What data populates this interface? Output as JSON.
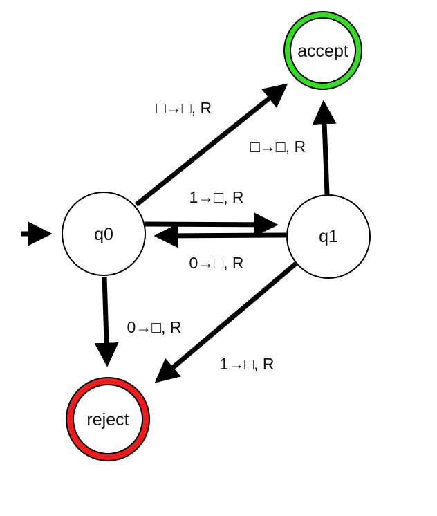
{
  "colors": {
    "stroke": "#000000",
    "node_fill": "#ffffff",
    "accept_ring": "#33dd22",
    "reject_ring": "#ee1c1c"
  },
  "states": {
    "q0": {
      "label": "q0",
      "initial": true
    },
    "q1": {
      "label": "q1"
    },
    "accept": {
      "label": "accept",
      "kind": "accept"
    },
    "reject": {
      "label": "reject",
      "kind": "reject"
    }
  },
  "transitions": [
    {
      "from": "q0",
      "to": "accept",
      "label": "□→□, R"
    },
    {
      "from": "q1",
      "to": "accept",
      "label": "□→□, R"
    },
    {
      "from": "q0",
      "to": "q1",
      "label": "1→□, R"
    },
    {
      "from": "q1",
      "to": "q0",
      "label": "0→□, R"
    },
    {
      "from": "q0",
      "to": "reject",
      "label": "0→□, R"
    },
    {
      "from": "q1",
      "to": "reject",
      "label": "1→□, R"
    }
  ]
}
